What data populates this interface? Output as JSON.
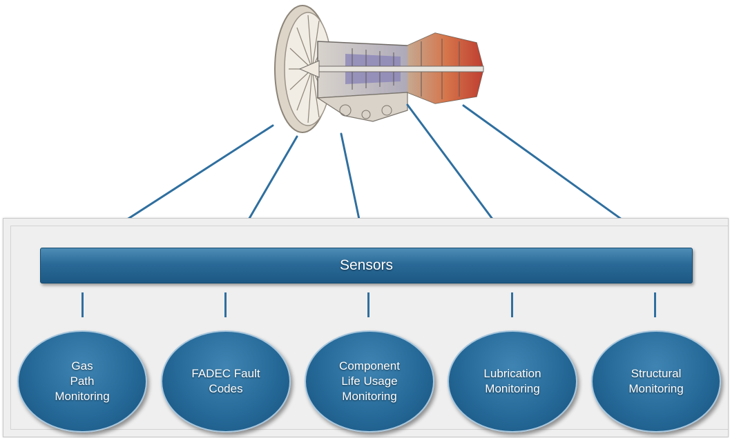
{
  "engine": {
    "icon": "turbofan-engine-cutaway"
  },
  "sensors": {
    "label": "Sensors"
  },
  "nodes": [
    {
      "lines": [
        "Gas",
        "Path",
        "Monitoring"
      ]
    },
    {
      "lines": [
        "FADEC Fault",
        "Codes"
      ]
    },
    {
      "lines": [
        "Component",
        "Life Usage",
        "Monitoring"
      ]
    },
    {
      "lines": [
        "Lubrication",
        "Monitoring"
      ]
    },
    {
      "lines": [
        "Structural",
        "Monitoring"
      ]
    }
  ],
  "colors": {
    "node_fill": "#266a99",
    "connector": "#2f6f9f",
    "panel_bg": "#efefef"
  }
}
